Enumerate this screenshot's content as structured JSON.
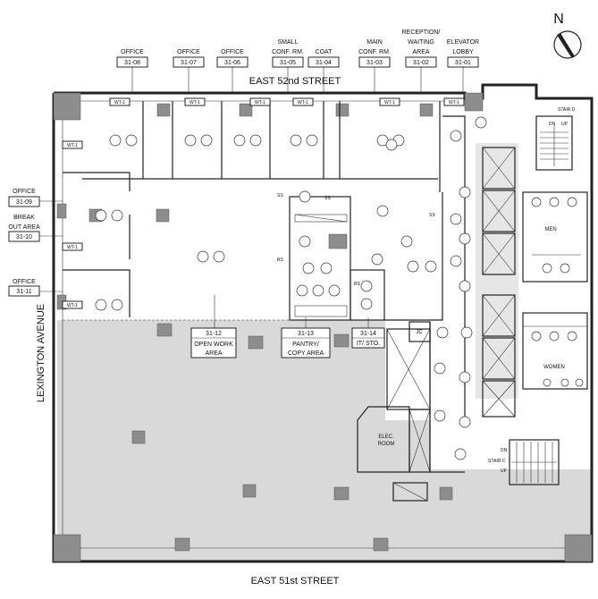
{
  "compass": {
    "label": "N"
  },
  "streets": {
    "north": "EAST 52nd STREET",
    "south": "EAST 51st STREET",
    "west": "LEXINGTON AVENUE"
  },
  "room_labels": {
    "office_3108": {
      "name": "OFFICE",
      "number": "31-08"
    },
    "office_3107": {
      "name": "OFFICE",
      "number": "31-07"
    },
    "office_3106": {
      "name": "OFFICE",
      "number": "31-06"
    },
    "small_conf": {
      "name_line1": "SMALL",
      "name_line2": "CONF. RM.",
      "number": "31-05"
    },
    "coat": {
      "name": "COAT",
      "number": "31-04"
    },
    "main_conf": {
      "name_line1": "MAIN",
      "name_line2": "CONF. RM.",
      "number": "31-03"
    },
    "reception": {
      "name_line1": "RECEPTION/",
      "name_line2": "WAITING",
      "name_line3": "AREA",
      "number": "31-02"
    },
    "elevator_lobby": {
      "name_line1": "ELEVATOR",
      "name_line2": "LOBBY",
      "number": "31-01"
    },
    "office_3109": {
      "name": "OFFICE",
      "number": "31-09"
    },
    "break_out": {
      "name_line1": "BREAK",
      "name_line2": "OUT AREA",
      "number": "31-10"
    },
    "office_3111": {
      "name": "OFFICE",
      "number": "31-11"
    },
    "open_work": {
      "number": "31-12",
      "name_line1": "OPEN WORK",
      "name_line2": "AREA"
    },
    "pantry": {
      "number": "31-13",
      "name_line1": "PANTRY/",
      "name_line2": "COPY AREA"
    },
    "it_sto": {
      "number": "31-14",
      "name": "IT/ STO."
    }
  },
  "plan_text": {
    "men": "MEN",
    "women": "WOMEN",
    "elec_line1": "ELEC.",
    "elec_line2": "ROOM",
    "jc": "JC",
    "stair_d": "STAIR D",
    "stair_c": "STAIR C",
    "dn": "DN",
    "up": "UP",
    "ss": "SS",
    "rs": "RS",
    "wt1": "WT-1"
  },
  "colors": {
    "wall": "#222222",
    "column": "#8d8d8d",
    "unoccupied": "#d9d9d9",
    "core": "#e6e6e6"
  }
}
